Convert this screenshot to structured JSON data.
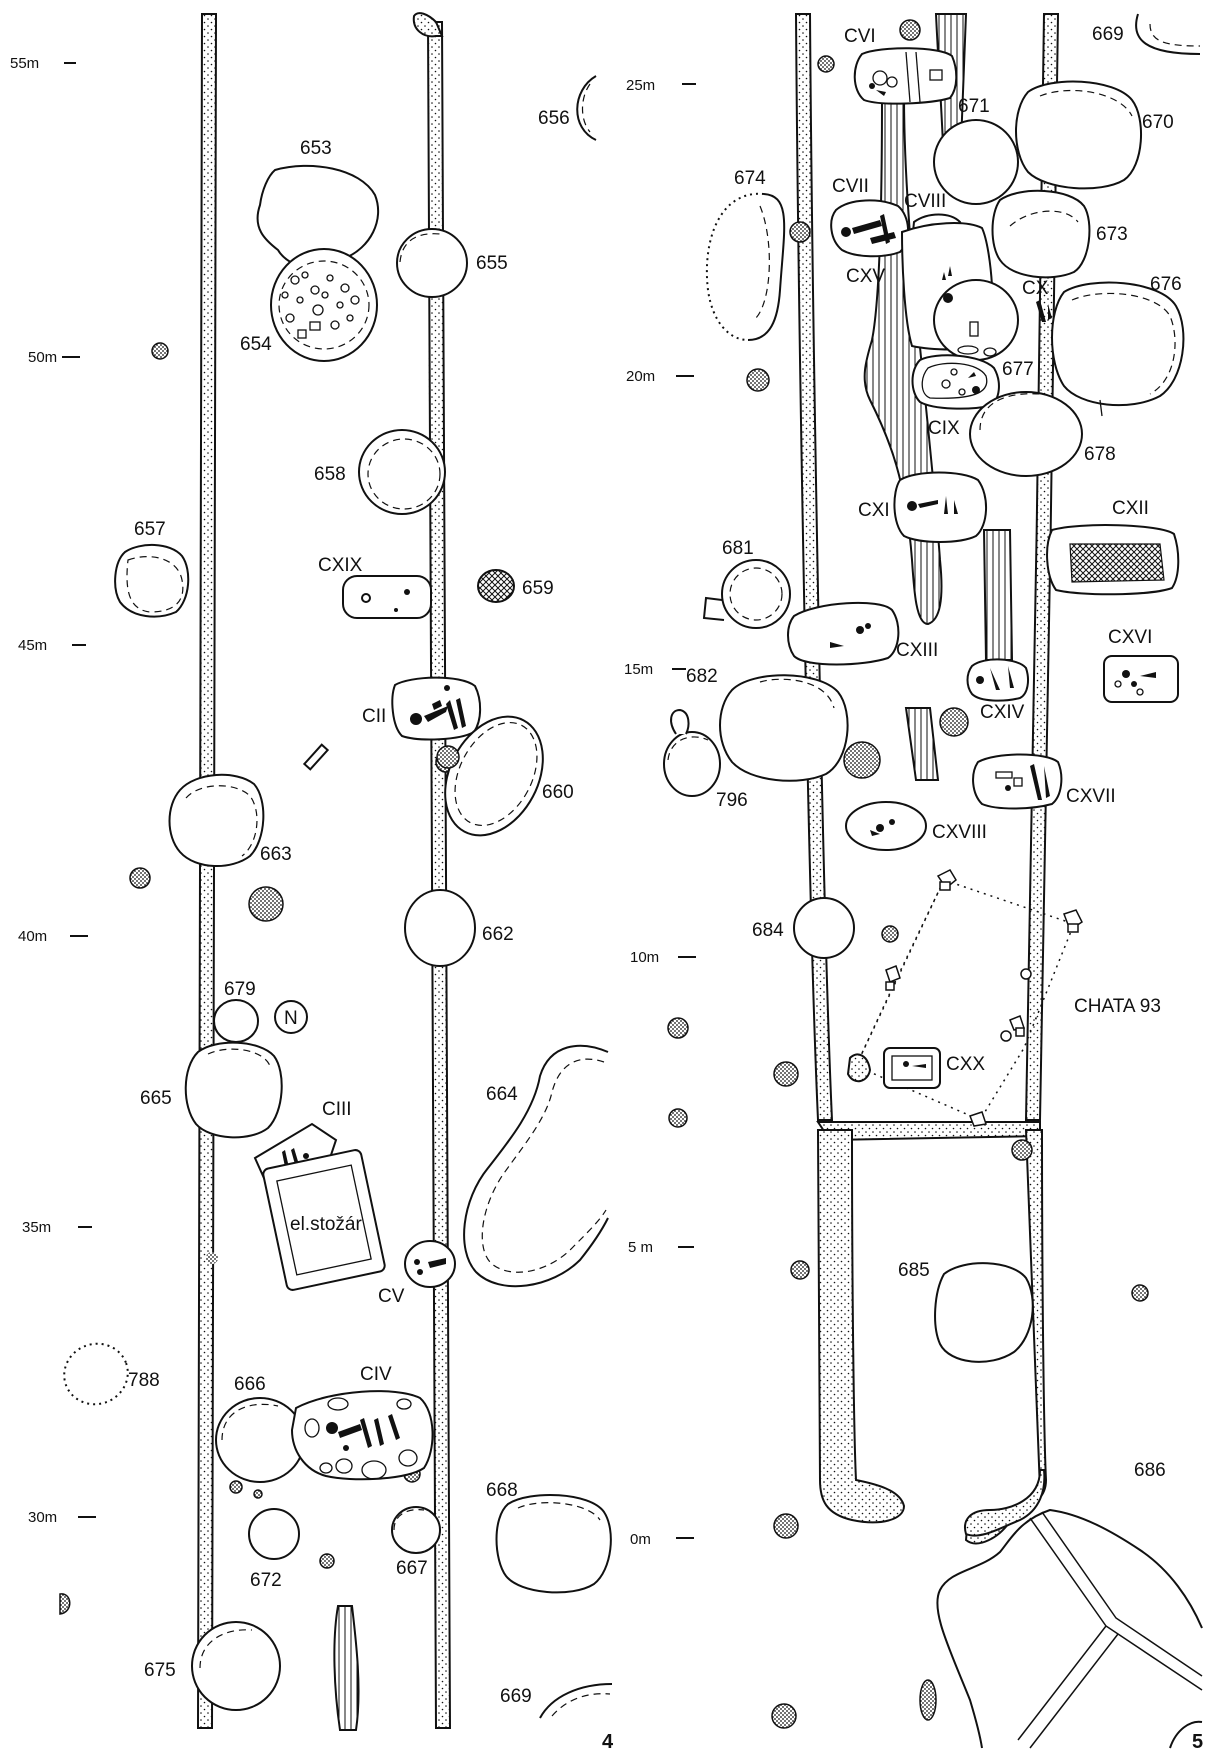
{
  "sheets": [
    {
      "page_number": "4",
      "scale": [
        "55m",
        "50m",
        "45m",
        "40m",
        "35m",
        "30m"
      ]
    },
    {
      "page_number": "5",
      "scale": [
        "25m",
        "20m",
        "15m",
        "10m",
        "5 m",
        "0m"
      ]
    }
  ],
  "features": {
    "f653": "653",
    "f654": "654",
    "f655": "655",
    "f656": "656",
    "f657": "657",
    "f658": "658",
    "f659": "659",
    "f660": "660",
    "f662": "662",
    "f663": "663",
    "f664": "664",
    "f665": "665",
    "f666": "666",
    "f667": "667",
    "f668": "668",
    "f669a": "669",
    "f669b": "669",
    "f670": "670",
    "f671": "671",
    "f672": "672",
    "f673": "673",
    "f674": "674",
    "f675": "675",
    "f676": "676",
    "f677": "677",
    "f678": "678",
    "f679": "679",
    "f681": "681",
    "f682": "682",
    "f684": "684",
    "f685": "685",
    "f686": "686",
    "f788": "788",
    "f796": "796"
  },
  "graves": {
    "cii": "CII",
    "ciii": "CIII",
    "civ": "CIV",
    "cv": "CV",
    "cvi": "CVI",
    "cvii": "CVII",
    "cviii": "CVIII",
    "cix": "CIX",
    "cx": "CX",
    "cxi": "CXI",
    "cxii": "CXII",
    "cxiii": "CXIII",
    "cxiv": "CXIV",
    "cxv": "CXV",
    "cxvi": "CXVI",
    "cxvii": "CXVII",
    "cxviii": "CXVIII",
    "cxix": "CXIX",
    "cxx": "CXX"
  },
  "annotations": {
    "north": "N",
    "pylon": "el.stožár",
    "house": "CHATA 93"
  }
}
